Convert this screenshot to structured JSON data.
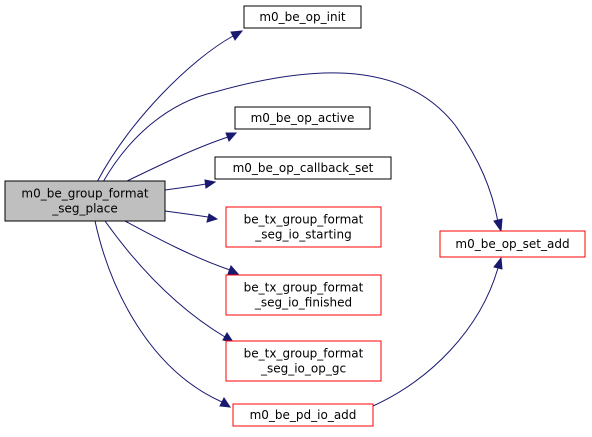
{
  "graph": {
    "edge_color": "#191970",
    "root_fill": "#bfbfbf",
    "nodes": [
      {
        "id": "root",
        "lines": [
          "m0_be_group_format",
          "_seg_place"
        ],
        "border": "black",
        "root": true
      },
      {
        "id": "op_init",
        "lines": [
          "m0_be_op_init"
        ],
        "border": "black"
      },
      {
        "id": "op_active",
        "lines": [
          "m0_be_op_active"
        ],
        "border": "black"
      },
      {
        "id": "op_callback_set",
        "lines": [
          "m0_be_op_callback_set"
        ],
        "border": "black"
      },
      {
        "id": "io_starting",
        "lines": [
          "be_tx_group_format",
          "_seg_io_starting"
        ],
        "border": "red"
      },
      {
        "id": "io_finished",
        "lines": [
          "be_tx_group_format",
          "_seg_io_finished"
        ],
        "border": "red"
      },
      {
        "id": "io_op_gc",
        "lines": [
          "be_tx_group_format",
          "_seg_io_op_gc"
        ],
        "border": "red"
      },
      {
        "id": "pd_io_add",
        "lines": [
          "m0_be_pd_io_add"
        ],
        "border": "red"
      },
      {
        "id": "op_set_add",
        "lines": [
          "m0_be_op_set_add"
        ],
        "border": "red"
      }
    ],
    "edges": [
      {
        "from": "root",
        "to": "op_init"
      },
      {
        "from": "root",
        "to": "op_set_add"
      },
      {
        "from": "root",
        "to": "op_active"
      },
      {
        "from": "root",
        "to": "op_callback_set"
      },
      {
        "from": "root",
        "to": "io_starting"
      },
      {
        "from": "root",
        "to": "io_finished"
      },
      {
        "from": "root",
        "to": "io_op_gc"
      },
      {
        "from": "root",
        "to": "pd_io_add"
      },
      {
        "from": "pd_io_add",
        "to": "op_set_add"
      }
    ]
  }
}
